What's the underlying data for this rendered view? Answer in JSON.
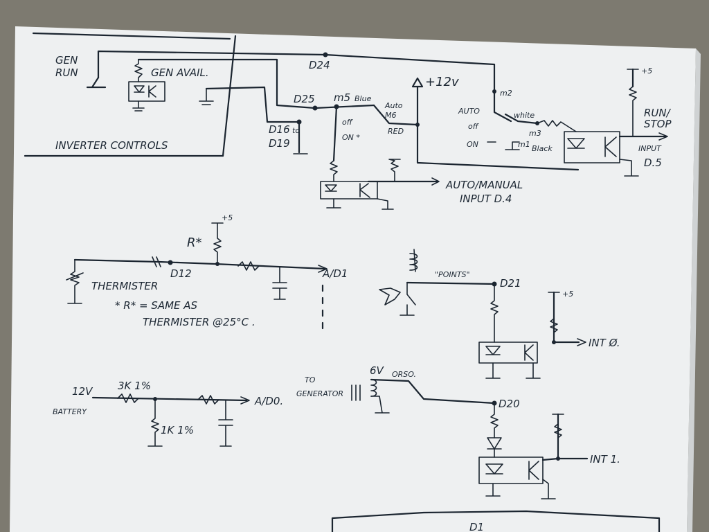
{
  "colors": {
    "ink": "#1b2530",
    "paper": "#eef0f1",
    "table": "#7d7a70"
  },
  "labels": {
    "gen_run_1": "GEN",
    "gen_run_2": "RUN",
    "gen_avail": "GEN AVAIL.",
    "inverter_controls": "INVERTER CONTROLS",
    "d24": "D24",
    "d25": "D25",
    "m5": "m5",
    "blue": "Blue",
    "auto_m6_1": "Auto",
    "auto_m6_2": "M6",
    "off_star": "off",
    "on_star": "ON *",
    "red": "RED",
    "d16_1": "D16",
    "d16_to": "to",
    "d16_2": "D19",
    "v12": "+12v",
    "m2": "m2",
    "auto2": "AUTO",
    "white": "white",
    "off2": "off",
    "m3": "m3",
    "on2": "ON",
    "m1": "m1",
    "black": "Black",
    "plus5_a": "+5",
    "run_stop_1": "RUN/",
    "run_stop_2": "STOP",
    "input_d5_1": "INPUT",
    "input_d5_2": "D.5",
    "auto_manual_1": "AUTO/MANUAL",
    "auto_manual_2": "INPUT D.4",
    "r_star": "R*",
    "plus5_b": "+5",
    "d12": "D12",
    "ad1": "A/D1",
    "thermister": "THERMISTER",
    "note_1": "* R* = SAME AS",
    "note_2": "THERMISTER @25°C .",
    "points": "\"POINTS\"",
    "d21": "D21",
    "plus5_c": "+5",
    "int0": "INT Ø.",
    "battery_1": "12V",
    "battery_2": "BATTERY",
    "r3k": "3K 1%",
    "r1k": "1K 1%",
    "ad0": "A/D0.",
    "to_gen_1": "TO",
    "to_gen_2": "GENERATOR",
    "v6": "6V",
    "v6b": "ORSO.",
    "d20": "D20",
    "int1": "INT 1.",
    "bottom": "D1"
  }
}
